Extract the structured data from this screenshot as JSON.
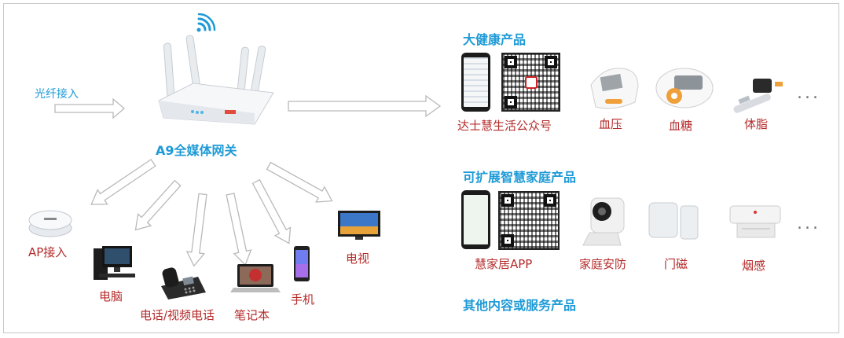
{
  "gateway": {
    "name": "A9全媒体网关",
    "fiber_label": "光纤接入"
  },
  "clients": [
    {
      "key": "ap",
      "label": "AP接入"
    },
    {
      "key": "pc",
      "label": "电脑"
    },
    {
      "key": "phone",
      "label": "电话/视频电话"
    },
    {
      "key": "laptop",
      "label": "笔记本"
    },
    {
      "key": "mobile",
      "label": "手机"
    },
    {
      "key": "tv",
      "label": "电视"
    }
  ],
  "sections": [
    {
      "title": "大健康产品",
      "items": [
        {
          "label": "达士慧生活公众号"
        },
        {
          "label": "血压"
        },
        {
          "label": "血糖"
        },
        {
          "label": "体脂"
        }
      ]
    },
    {
      "title": "可扩展智慧家庭产品",
      "items": [
        {
          "label": "慧家居APP"
        },
        {
          "label": "家庭安防"
        },
        {
          "label": "门磁"
        },
        {
          "label": "烟感"
        }
      ]
    },
    {
      "title": "其他内容或服务产品",
      "items": []
    }
  ],
  "more": "...",
  "colors": {
    "accent_blue": "#1e9ad6",
    "label_red": "#b52a2a",
    "arrow_stroke": "#b9b9b9"
  }
}
